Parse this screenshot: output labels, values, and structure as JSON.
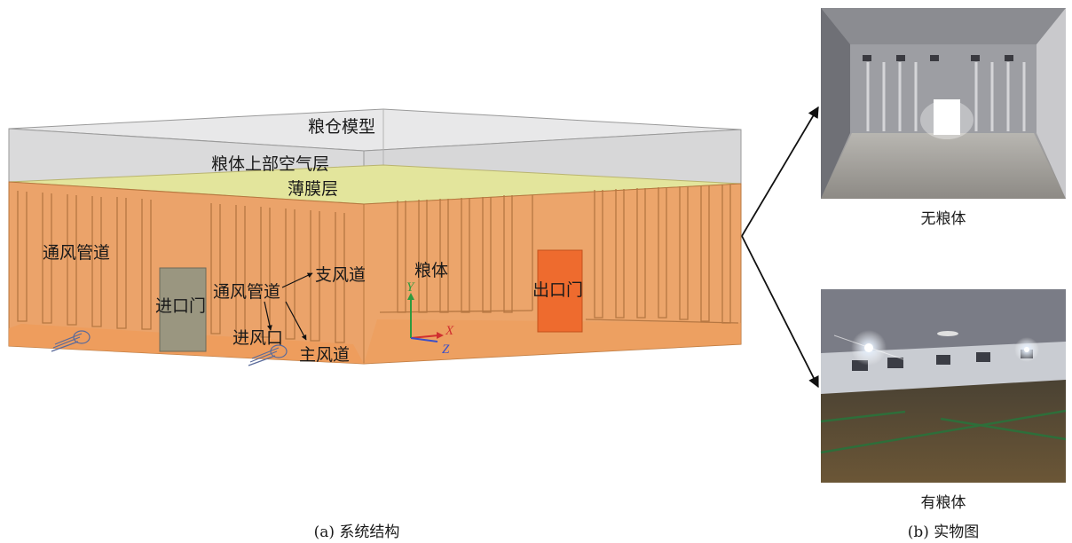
{
  "model": {
    "granary_model": "粮仓模型",
    "upper_air_layer": "粮体上部空气层",
    "film_layer": "薄膜层",
    "ventilation_duct_left": "通风管道",
    "ventilation_duct_mid": "通风管道",
    "branch_duct": "支风道",
    "main_duct": "主风道",
    "inlet_door": "进口门",
    "air_inlet": "进风口",
    "grain_body": "粮体",
    "outlet_door": "出口门",
    "axis_x": "X",
    "axis_y": "Y",
    "axis_z": "Z"
  },
  "photos": {
    "empty_label": "无粮体",
    "full_label": "有粮体"
  },
  "captions": {
    "left": "(a) 系统结构",
    "right": "(b) 实物图"
  },
  "colors": {
    "grain_orange": "#eba36a",
    "film_yellow": "#e4e6a0",
    "air_gray": "#dcdcdc",
    "outlet_door": "#ee6b2e",
    "inlet_door": "#9a9680"
  }
}
